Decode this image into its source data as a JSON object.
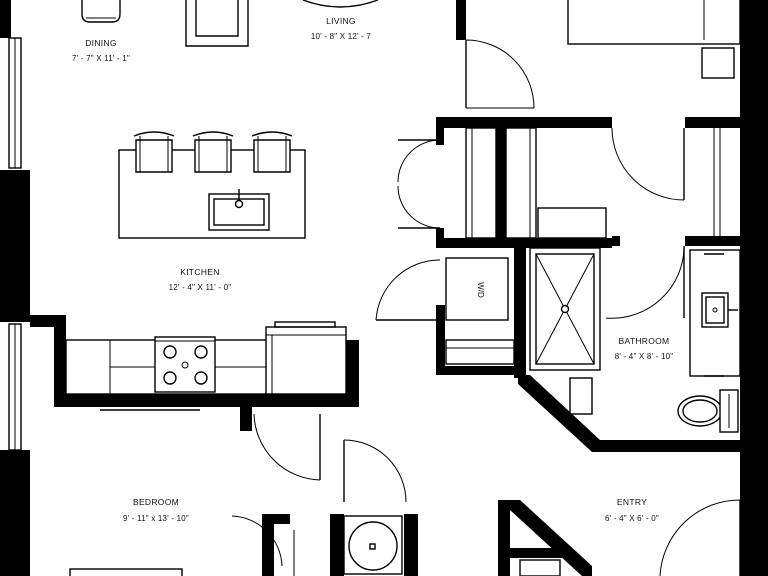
{
  "rooms": {
    "dining": {
      "name": "DINING",
      "dims": "7' - 7\" X 11' - 1\""
    },
    "living": {
      "name": "LIVING",
      "dims": "10' - 8\" X 12' - 7"
    },
    "kitchen": {
      "name": "KITCHEN",
      "dims": "12' - 4\" X 11' - 0\""
    },
    "bathroom": {
      "name": "BATHROOM",
      "dims": "8' - 4\" X 8' - 10\""
    },
    "bedroom": {
      "name": "BEDROOM",
      "dims": "9' - 11\" x 13' - 10\""
    },
    "entry": {
      "name": "ENTRY",
      "dims": "6' - 4\" X 6' - 0\""
    }
  },
  "appliances": {
    "washer_dryer": "W/D"
  }
}
